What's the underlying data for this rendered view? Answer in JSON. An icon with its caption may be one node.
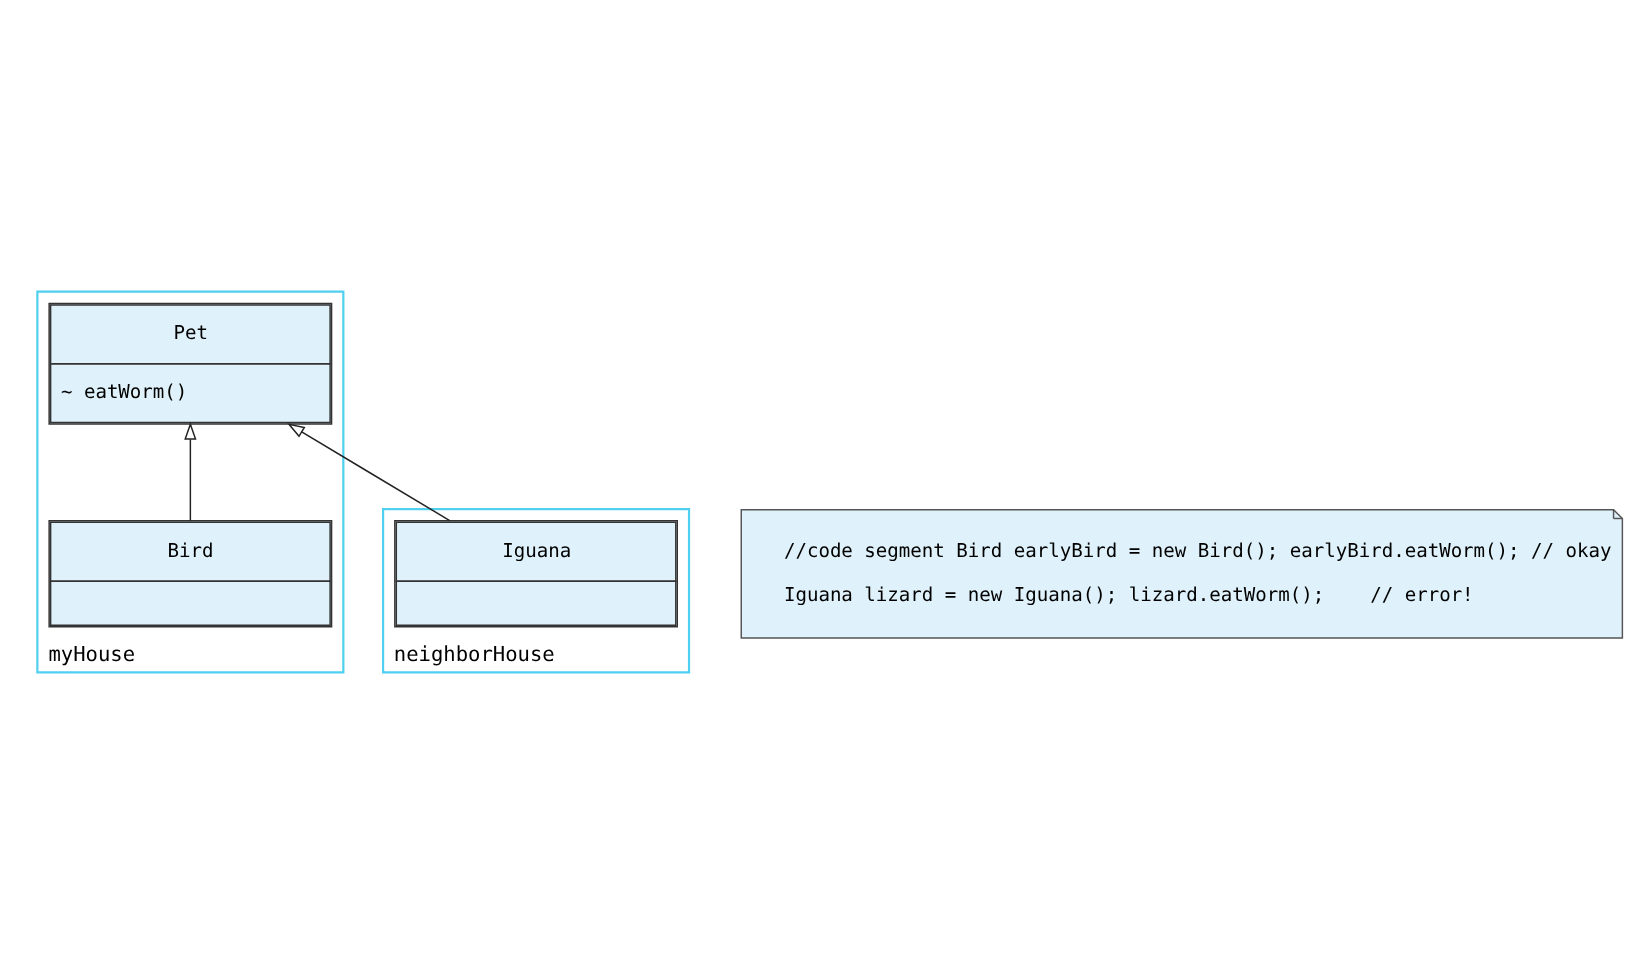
{
  "diagram": {
    "nodes": [
      {
        "text": [
          "myHouse"
        ]
      },
      {
        "text": [
          "Pet",
          "~ eatWorm()"
        ],
        "in": 0
      },
      {
        "text": [
          "Bird"
        ],
        "in": 0
      },
      {
        "text": [
          "neighborHouse"
        ]
      },
      {
        "text": [
          "Iguana"
        ],
        "in": 3
      },
      {
        "text": [
          "//code segment Bird earlyBird = new Bird(); earlyBird.eatWorm(); // okay",
          "Iguana lizard = new Iguana(); lizard.eatWorm();    // error!"
        ]
      }
    ],
    "edges": [
      {
        "from": 2,
        "to": 1,
        "arrow": "to"
      },
      {
        "from": 4,
        "to": 1,
        "arrow": "to"
      }
    ]
  }
}
